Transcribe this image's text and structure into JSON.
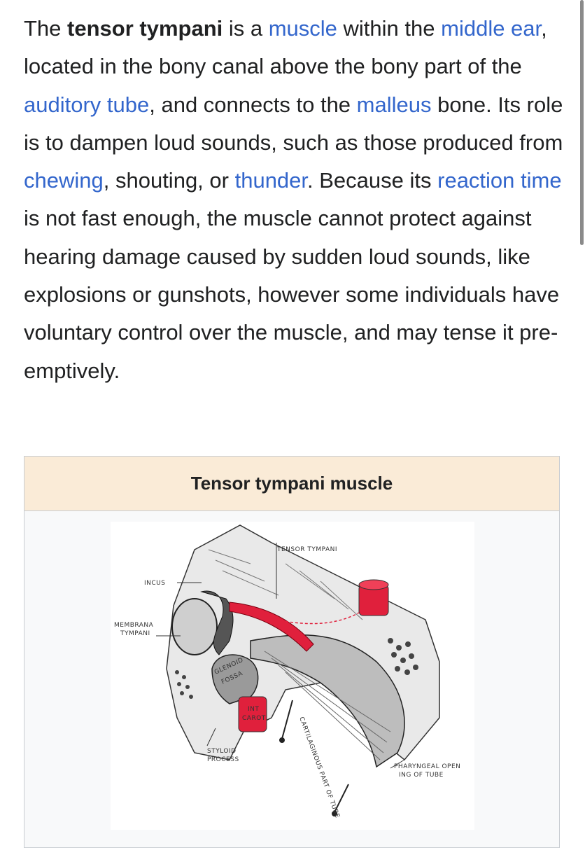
{
  "article": {
    "t1": "The ",
    "bold_term": "tensor tympani",
    "t2": " is a ",
    "link_muscle": "muscle",
    "t3": " within the ",
    "link_middle_ear": "middle ear",
    "t4": ", located in the bony canal above the bony part of the ",
    "link_auditory_tube": "auditory tube",
    "t5": ", and connects to the ",
    "link_malleus": "malleus",
    "t6": " bone. Its role is to dampen loud sounds, such as those produced from ",
    "link_chewing": "chewing",
    "t7": ", shouting, or ",
    "link_thunder": "thunder",
    "t8": ". Because its ",
    "link_reaction_time": "reaction time",
    "t9": " is not fast enough, the muscle cannot protect against hearing damage caused by sudden loud sounds, like explosions or gunshots, however some individuals have voluntary control over the muscle, and may tense it pre-emptively."
  },
  "infobox": {
    "title": "Tensor tympani muscle",
    "figure_labels": {
      "tensor_tympani": "TENSOR TYMPANI",
      "incus": "INCUS",
      "membrana_1": "MEMBRANA",
      "membrana_2": "TYMPANI",
      "glenoid": "GLENOID",
      "fossa": "FOSSA",
      "int": "INT",
      "carot": "CAROT",
      "styloid": "STYLOID",
      "process": "PROCESS",
      "cartilaginous": "CARTILAGINOUS PART OF TUBE",
      "pharyngeal_1": "PHARYNGEAL OPEN",
      "pharyngeal_2": "ING OF TUBE"
    }
  },
  "colors": {
    "link": "#3366cc",
    "infobox_header": "#faebd7",
    "muscle_red": "#e0203c"
  }
}
